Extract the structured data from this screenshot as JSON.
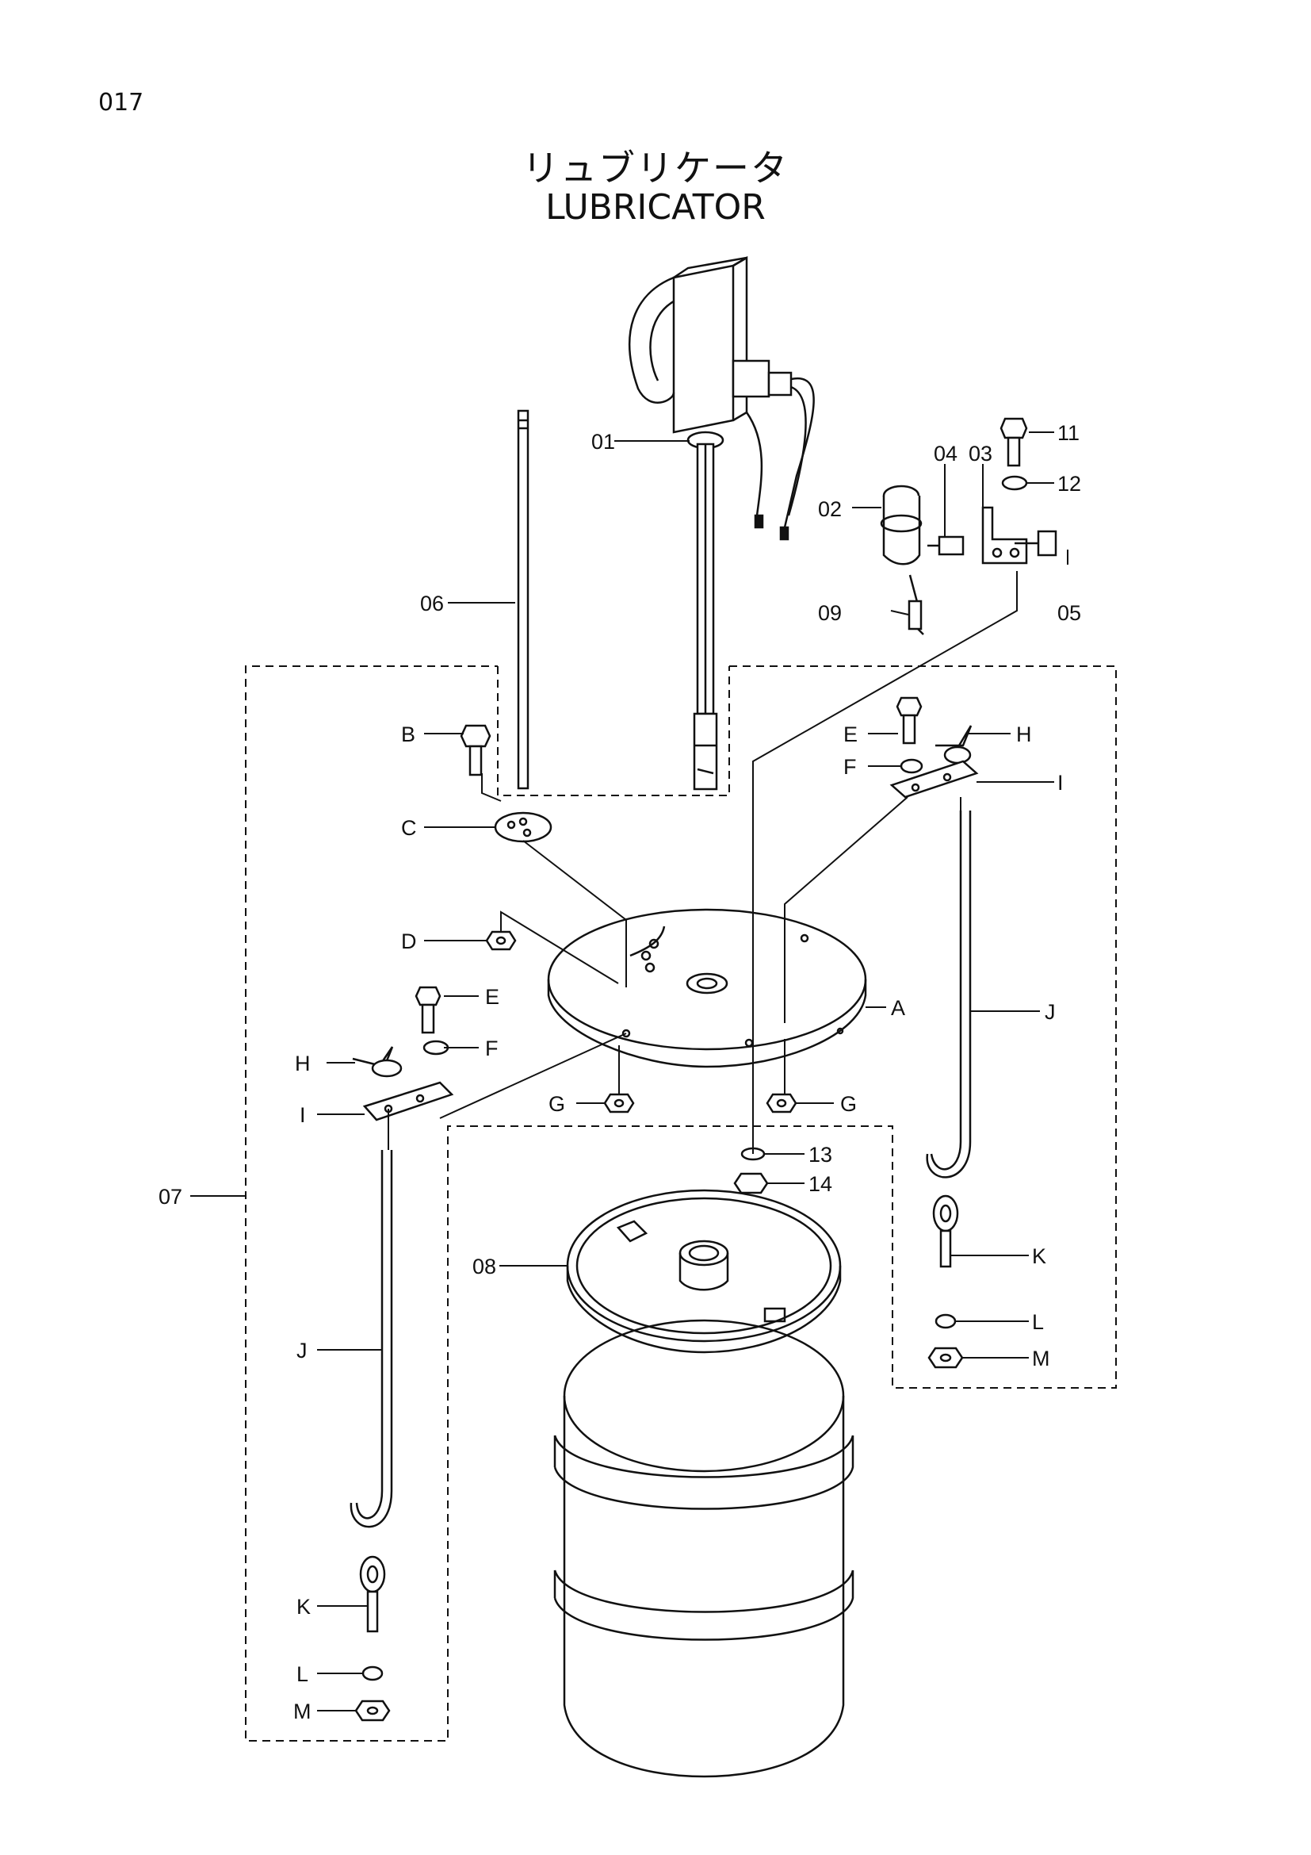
{
  "page_number": "017",
  "title_jp": "リュブリケータ",
  "title_en": "LUBRICATOR",
  "part_labels": {
    "p01": "01",
    "p02": "02",
    "p03": "03",
    "p04": "04",
    "p05": "05",
    "p06": "06",
    "p07": "07",
    "p08": "08",
    "p09": "09",
    "p11": "11",
    "p12": "12",
    "p13": "13",
    "p14": "14",
    "A": "A",
    "B": "B",
    "C": "C",
    "D": "D",
    "E": "E",
    "F": "F",
    "G": "G",
    "H": "H",
    "I": "I",
    "J": "J",
    "K": "K",
    "L": "L",
    "M": "M"
  }
}
